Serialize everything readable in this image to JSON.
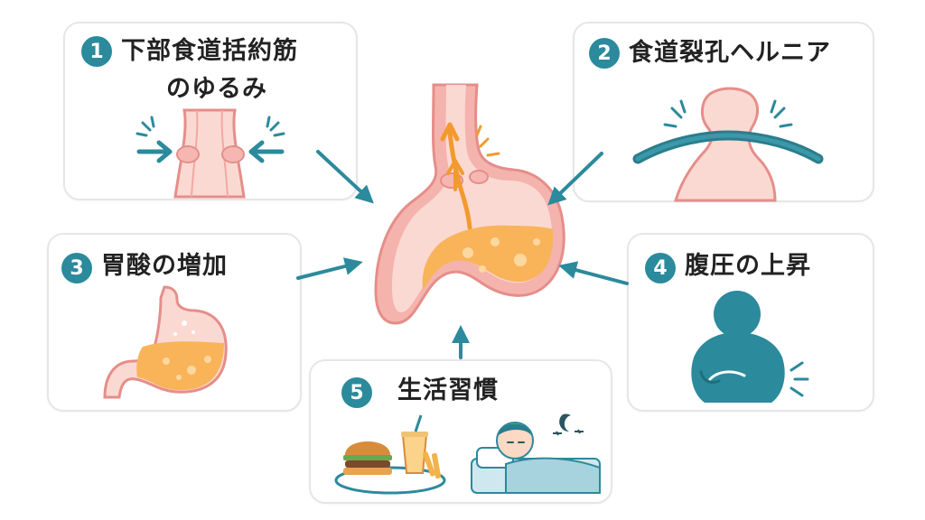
{
  "causes": [
    {
      "number": "1",
      "title_line1": "下部食道括約筋",
      "title_line2": "のゆるみ",
      "icon": "relaxed-sphincter"
    },
    {
      "number": "2",
      "title": "食道裂孔ヘルニア",
      "icon": "hiatal-hernia"
    },
    {
      "number": "3",
      "title": "胃酸の増加",
      "icon": "stomach-acid"
    },
    {
      "number": "4",
      "title": "腹圧の上昇",
      "icon": "abdominal-pressure-person"
    },
    {
      "number": "5",
      "title": "生活習慣",
      "icons": [
        "fast-food",
        "sleeping-person"
      ]
    }
  ],
  "center": {
    "icon": "stomach-acid-reflux"
  },
  "colors": {
    "accent": "#2b8a9c",
    "stomach_wall": "#f2a7a3",
    "stomach_inner": "#fbd9d3",
    "acid": "#f9b45a",
    "reflux_arrow": "#f39a2f"
  }
}
